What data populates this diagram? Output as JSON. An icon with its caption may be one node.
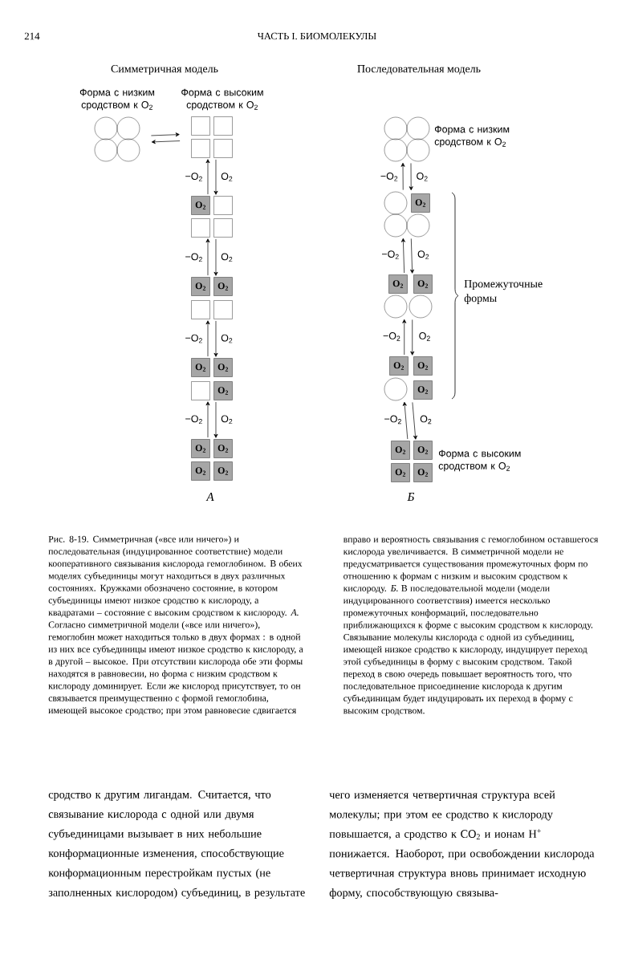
{
  "diagram": {
    "caption": "Рис. 8-19. Симметричная («все или ничего») и последовательная (индуцированное соответствие) модели кооперативного связывания кислорода гемоглобином. В обеих моделях субъединицы могут находиться в двух различных состояниях. Кружками обозначено состояние, в котором субъединицы имеют низкое сродство к кислороду, а квадратами – состояние с высоким сродством к кислороду. *А.* Согласно симметричной модели («все или ничего»), гемоглобин может находиться только в двух формах : в одной из них все субъединицы имеют низкое сродство к кислороду, а в другой – высокое. При отсутствии кислорода обе эти формы находятся в равновесии, но форма с низким сродством к кислороду доминирует. Если же кислород присутствует, то он связывается преимущественно с формой гемоглобина, имеющей высокое сродство; при этом равновесие сдвигается вправо и вероятность связывания с гемоглобином оставшегося кислорода увеличивается. В симметричной модели не предусматривается существования промежуточных форм по отношению к формам с низким и высоким сродством к кислороду. *Б.* В последовательной модели (модели индуцированного соответствия) имеется несколько промежуточных конформаций, последовательно приближающихся к форме с высоким сродством к кислороду. Связывание молекулы кислорода с одной из субъединиц, имеющей низкое сродство к кислороду, индуцирует переход этой субъединицы в форму с высоким сродством. Такой переход в свою очередь повышает вероятность того, что последовательное присоединение кислорода к другим субъединицам будет индуцировать их переход в форму с высоким сродством.",
    "nodes": [
      {
        "text": [],
        "shape": "cluster",
        "beside": [
          "Форма с низким сродством к O$_{2}$"
        ]
      },
      {
        "text": [],
        "shape": "circle",
        "in": 0
      },
      {
        "text": [],
        "shape": "circle",
        "in": 0
      },
      {
        "text": [],
        "shape": "circle",
        "in": 0
      },
      {
        "text": [],
        "shape": "circle",
        "in": 0
      },
      {
        "text": [],
        "shape": "cluster",
        "beside": [
          "Форма с высоким сродством к O$_{2}$"
        ]
      },
      {
        "text": [],
        "shape": "box",
        "in": 5
      },
      {
        "text": [],
        "shape": "box",
        "in": 5
      },
      {
        "text": [],
        "shape": "box",
        "in": 5
      },
      {
        "text": [],
        "shape": "box",
        "in": 5
      },
      {
        "text": [],
        "shape": "cluster"
      },
      {
        "text": [
          "O$_{2}$"
        ],
        "in": 10
      },
      {
        "text": [],
        "shape": "box",
        "in": 10
      },
      {
        "text": [],
        "shape": "box",
        "in": 10
      },
      {
        "text": [],
        "shape": "box",
        "in": 10
      },
      {
        "text": [],
        "shape": "cluster"
      },
      {
        "text": [
          "O$_{2}$"
        ],
        "in": 15
      },
      {
        "text": [
          "O$_{2}$"
        ],
        "in": 15
      },
      {
        "text": [],
        "shape": "box",
        "in": 15
      },
      {
        "text": [],
        "shape": "box",
        "in": 15
      },
      {
        "text": [],
        "shape": "cluster"
      },
      {
        "text": [
          "O$_{2}$"
        ],
        "in": 20
      },
      {
        "text": [
          "O$_{2}$"
        ],
        "in": 20
      },
      {
        "text": [],
        "shape": "box",
        "in": 20
      },
      {
        "text": [
          "O$_{2}$"
        ],
        "in": 20
      },
      {
        "text": [],
        "shape": "cluster"
      },
      {
        "text": [
          "O$_{2}$"
        ],
        "in": 25
      },
      {
        "text": [
          "O$_{2}$"
        ],
        "in": 25
      },
      {
        "text": [
          "O$_{2}$"
        ],
        "in": 25
      },
      {
        "text": [
          "O$_{2}$"
        ],
        "in": 25
      },
      {
        "text": [],
        "shape": "cluster",
        "beside": [
          "Форма с низким сродством к O$_{2}$"
        ]
      },
      {
        "text": [],
        "shape": "circle",
        "in": 30
      },
      {
        "text": [],
        "shape": "circle",
        "in": 30
      },
      {
        "text": [],
        "shape": "circle",
        "in": 30
      },
      {
        "text": [],
        "shape": "circle",
        "in": 30
      },
      {
        "text": [],
        "shape": "cluster"
      },
      {
        "text": [],
        "shape": "circle",
        "in": 35
      },
      {
        "text": [
          "O$_{2}$"
        ],
        "in": 35
      },
      {
        "text": [],
        "shape": "circle",
        "in": 35
      },
      {
        "text": [],
        "shape": "circle",
        "in": 35
      },
      {
        "text": [],
        "shape": "cluster"
      },
      {
        "text": [
          "O$_{2}$"
        ],
        "in": 40
      },
      {
        "text": [
          "O$_{2}$"
        ],
        "in": 40
      },
      {
        "text": [],
        "shape": "circle",
        "in": 40
      },
      {
        "text": [],
        "shape": "circle",
        "in": 40
      },
      {
        "text": [],
        "shape": "cluster"
      },
      {
        "text": [
          "O$_{2}$"
        ],
        "in": 45
      },
      {
        "text": [
          "O$_{2}$"
        ],
        "in": 45
      },
      {
        "text": [],
        "shape": "circle",
        "in": 45
      },
      {
        "text": [
          "O$_{2}$"
        ],
        "in": 45
      },
      {
        "text": [],
        "shape": "cluster",
        "beside": [
          "Форма с высоким сродством к O$_{2}$"
        ]
      },
      {
        "text": [
          "O$_{2}$"
        ],
        "in": 50
      },
      {
        "text": [
          "O$_{2}$"
        ],
        "in": 50
      },
      {
        "text": [
          "O$_{2}$"
        ],
        "in": 50
      },
      {
        "text": [
          "O$_{2}$"
        ],
        "in": 50
      }
    ],
    "edges": [
      {
        "from": 0,
        "to": 5,
        "arrow": "to"
      },
      {
        "from": 5,
        "to": 0,
        "arrow": "to"
      },
      {
        "from": 10,
        "to": 5,
        "arrow": "to",
        "label": "−O$_{2}$"
      },
      {
        "from": 5,
        "to": 10,
        "arrow": "to",
        "label": "O$_{2}$"
      },
      {
        "from": 15,
        "to": 10,
        "arrow": "to",
        "label": "−O$_{2}$"
      },
      {
        "from": 10,
        "to": 15,
        "arrow": "to",
        "label": "O$_{2}$"
      },
      {
        "from": 20,
        "to": 15,
        "arrow": "to",
        "label": "−O$_{2}$"
      },
      {
        "from": 15,
        "to": 20,
        "arrow": "to",
        "label": "O$_{2}$"
      },
      {
        "from": 25,
        "to": 20,
        "arrow": "to",
        "label": "−O$_{2}$"
      },
      {
        "from": 20,
        "to": 25,
        "arrow": "to",
        "label": "O$_{2}$"
      },
      {
        "from": 35,
        "to": 30,
        "arrow": "to",
        "label": "−O$_{2}$"
      },
      {
        "from": 30,
        "to": 35,
        "arrow": "to",
        "label": "O$_{2}$"
      },
      {
        "from": 40,
        "to": 35,
        "arrow": "to",
        "label": "−O$_{2}$"
      },
      {
        "from": 35,
        "to": 40,
        "arrow": "to",
        "label": "O$_{2}$"
      },
      {
        "from": 45,
        "to": 40,
        "arrow": "to",
        "label": "−O$_{2}$"
      },
      {
        "from": 40,
        "to": 45,
        "arrow": "to",
        "label": "O$_{2}$"
      },
      {
        "from": 50,
        "to": 45,
        "arrow": "to",
        "label": "−O$_{2}$"
      },
      {
        "from": 45,
        "to": 50,
        "arrow": "to",
        "label": "O$_{2}$"
      }
    ],
    "labels": [
      "214",
      "ЧАСТЬ I. БИОМОЛЕКУЛЫ",
      "Симметричная модель",
      "Последовательная модель",
      "Промежуточные формы",
      "А",
      "Б",
      "сродство к другим лигандам. Считается, что связывание кислорода с одной или двумя субъединицами вызывает в них небольшие конформационные изменения, способствующие конформационным перестройкам пустых (не заполненных кислородом) субъединиц, в результате",
      "чего изменяется четвертичная структура всей молекулы; при этом ее сродство к кислороду повышается, а сродство к CO$_{2}$ и ионам H$^{+}$ понижается. Наоборот, при освобождении кислорода четвертичная структура вновь принимает исходную форму, способствующую связыва-"
    ]
  }
}
